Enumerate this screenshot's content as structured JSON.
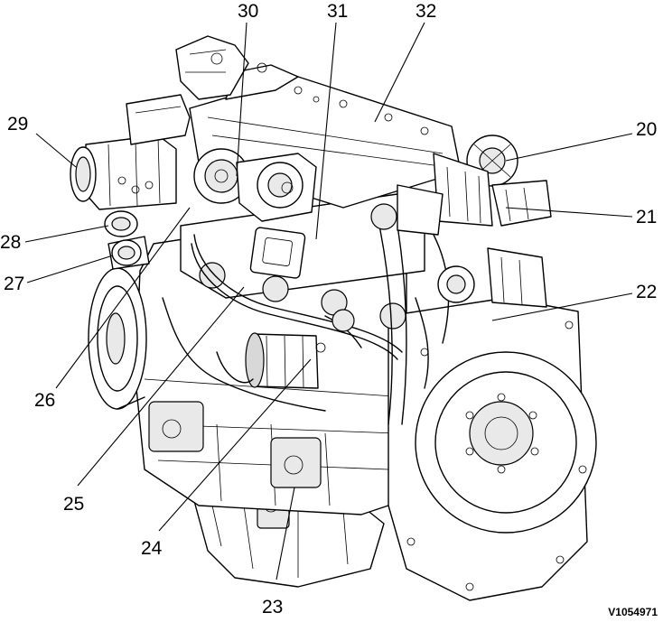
{
  "callouts": [
    {
      "id": "c30",
      "text": "30"
    },
    {
      "id": "c31",
      "text": "31"
    },
    {
      "id": "c32",
      "text": "32"
    },
    {
      "id": "c29",
      "text": "29"
    },
    {
      "id": "c20",
      "text": "20"
    },
    {
      "id": "c21",
      "text": "21"
    },
    {
      "id": "c28",
      "text": "28"
    },
    {
      "id": "c27",
      "text": "27"
    },
    {
      "id": "c22",
      "text": "22"
    },
    {
      "id": "c26",
      "text": "26"
    },
    {
      "id": "c25",
      "text": "25"
    },
    {
      "id": "c24",
      "text": "24"
    },
    {
      "id": "c23",
      "text": "23"
    }
  ],
  "figure_ref": "V1054971"
}
